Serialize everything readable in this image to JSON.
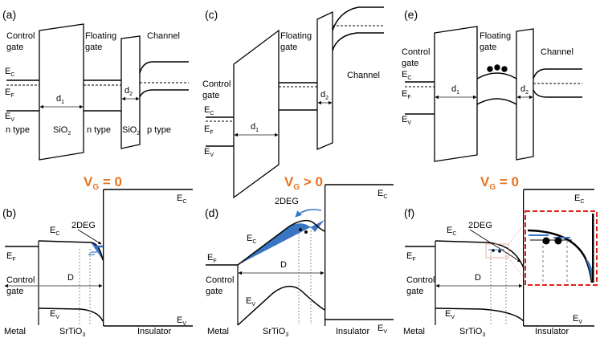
{
  "colors": {
    "accent_orange": "#e8731f",
    "accent_blue": "#3a75c4",
    "zoom_red": "#e2231a"
  },
  "panels": {
    "a": {
      "letter": "(a)",
      "control_gate": [
        "Control",
        "gate"
      ],
      "floating_gate": [
        "Floating",
        "gate"
      ],
      "channel": "Channel",
      "ec": "E",
      "ec_sub": "C",
      "ef": "E",
      "ef_sub": "F",
      "ev": "E",
      "ev_sub": "V",
      "d1": "d",
      "d1_sub": "1",
      "d2": "d",
      "d2_sub": "2",
      "n_type_1": "n type",
      "sio2_1": "SiO",
      "sio2_1_sub": "2",
      "n_type_2": "n type",
      "sio2_2": "SiO",
      "sio2_2_sub": "2",
      "p_type": "p type"
    },
    "c": {
      "letter": "(c)",
      "floating_gate": [
        "Floating",
        "gate"
      ],
      "control_gate": [
        "Control",
        "gate"
      ],
      "channel": "Channel",
      "ec": "E",
      "ec_sub": "C",
      "ef": "E",
      "ef_sub": "F",
      "ev": "E",
      "ev_sub": "V",
      "d1": "d",
      "d1_sub": "1",
      "d2": "d",
      "d2_sub": "2"
    },
    "e": {
      "letter": "(e)",
      "control_gate": [
        "Control",
        "gate"
      ],
      "floating_gate": [
        "Floating",
        "gate"
      ],
      "channel": "Channel",
      "ec": "E",
      "ec_sub": "C",
      "ef": "E",
      "ef_sub": "F",
      "ev": "E",
      "ev_sub": "V",
      "d1": "d",
      "d1_sub": "1",
      "d2": "d",
      "d2_sub": "2"
    },
    "b": {
      "letter": "(b)",
      "vg": "V",
      "vg_sub": "G",
      "vg_rel": " = 0",
      "twodeg": "2DEG",
      "ec_left": "E",
      "ec_left_sub": "C",
      "ef": "E",
      "ef_sub": "F",
      "ec_right": "E",
      "ec_right_sub": "C",
      "control_gate": [
        "Control",
        "gate"
      ],
      "d": "D",
      "ev_left": "E",
      "ev_left_sub": "V",
      "ev_right": "E",
      "ev_right_sub": "V",
      "metal": "Metal",
      "srtio": "SrTiO",
      "srtio_sub": "3",
      "insulator": "Insulator"
    },
    "d": {
      "letter": "(d)",
      "vg": "V",
      "vg_sub": "G",
      "vg_rel": " > 0",
      "twodeg": "2DEG",
      "ec_left": "E",
      "ec_left_sub": "C",
      "ef": "E",
      "ef_sub": "F",
      "ec_right": "E",
      "ec_right_sub": "C",
      "control_gate": [
        "Control",
        "gate"
      ],
      "d": "D",
      "ev_left": "E",
      "ev_left_sub": "V",
      "ev_right": "E",
      "ev_right_sub": "V",
      "metal": "Metal",
      "srtio": "SrTiO",
      "srtio_sub": "3",
      "insulator": "Insulator"
    },
    "f": {
      "letter": "(f)",
      "vg": "V",
      "vg_sub": "G",
      "vg_rel": " = 0",
      "twodeg": "2DEG",
      "ec_left": "E",
      "ec_left_sub": "C",
      "ef": "E",
      "ef_sub": "F",
      "ec_right": "E",
      "ec_right_sub": "C",
      "control_gate": [
        "Control",
        "gate"
      ],
      "d": "D",
      "ev_left": "E",
      "ev_left_sub": "V",
      "ev_right": "E",
      "ev_right_sub": "V",
      "metal": "Metal",
      "srtio": "SrTiO",
      "srtio_sub": "3",
      "insulator": "Insulator"
    }
  }
}
